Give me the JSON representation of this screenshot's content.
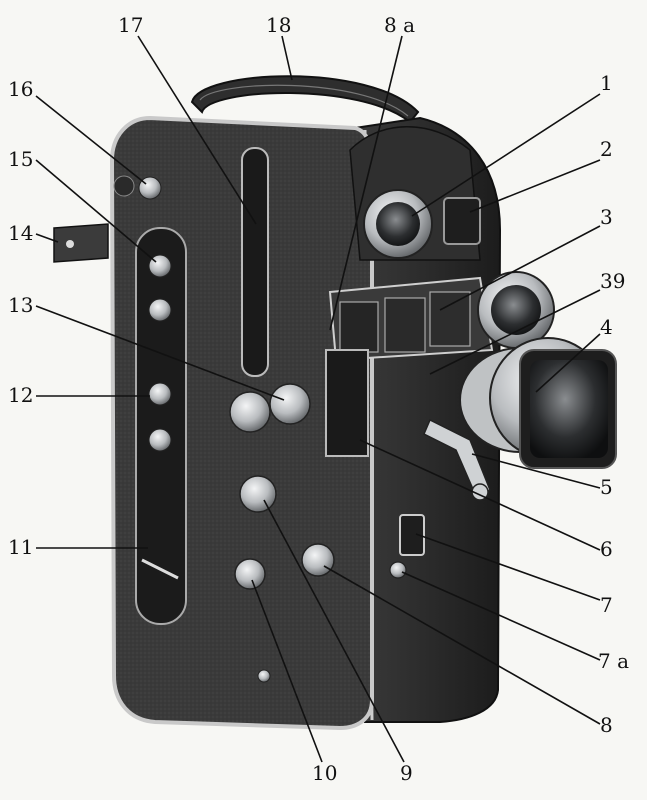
{
  "figure": {
    "image": "vintage 16mm cine camera, three-quarter view, with numbered callouts",
    "colors": {
      "background": "#f7f7f4",
      "body_leather": "#3a3a3a",
      "body_dark": "#242424",
      "chrome": "#cfd2d4",
      "ink": "#111111"
    }
  },
  "callouts": [
    {
      "id": "1",
      "label": "1"
    },
    {
      "id": "2",
      "label": "2"
    },
    {
      "id": "3",
      "label": "3"
    },
    {
      "id": "39",
      "label": "39"
    },
    {
      "id": "4",
      "label": "4"
    },
    {
      "id": "5",
      "label": "5"
    },
    {
      "id": "6",
      "label": "6"
    },
    {
      "id": "7",
      "label": "7"
    },
    {
      "id": "7a",
      "label": "7 a"
    },
    {
      "id": "8",
      "label": "8"
    },
    {
      "id": "9",
      "label": "9"
    },
    {
      "id": "10",
      "label": "10"
    },
    {
      "id": "11",
      "label": "11"
    },
    {
      "id": "12",
      "label": "12"
    },
    {
      "id": "13",
      "label": "13"
    },
    {
      "id": "14",
      "label": "14"
    },
    {
      "id": "15",
      "label": "15"
    },
    {
      "id": "16",
      "label": "16"
    },
    {
      "id": "17",
      "label": "17"
    },
    {
      "id": "18",
      "label": "18"
    },
    {
      "id": "8a",
      "label": "8 a"
    }
  ]
}
